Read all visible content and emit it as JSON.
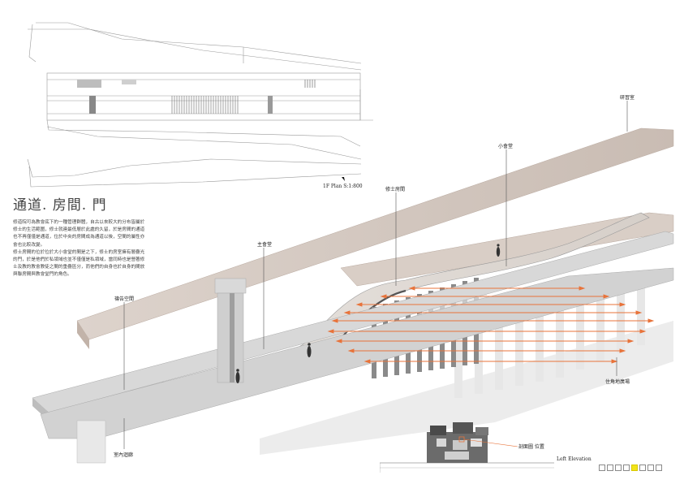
{
  "plan": {
    "caption": "1F Plan S:1:800"
  },
  "section": {
    "title": "通道. 房間. 門",
    "paragraphs": [
      "修道院可為教會底下的一種管理群體，自古以來較大的分布皆屬於修士的生活範圍，修士就連最低層於此處的久留，於是房間的通道也不再僅僅是通道，位於中央的房間成為通道以後，空間的屬性亦會也比較改變。",
      "修士房間的位於位於大小會堂的間是之下，修士的房室擁有層疊光的門，於是他們於私領域也並不僅僅是私領域，當同時也是營著修士及教的教會教徒之間的重疊區分，而他們的自身也於自身的間放與聯房間與教會堂門的角色。"
    ]
  },
  "labels": {
    "research": "研習室",
    "small_hall": "小會堂",
    "monk_room": "修士房間",
    "main_hall": "主會堂",
    "prayer": "禱告空間",
    "corridor": "室內迴廊",
    "plaza": "住角地廣場"
  },
  "elevation": {
    "caption": "Left Elevation",
    "marker": "剖面圖 位置"
  },
  "pager": {
    "count": 8,
    "active": 5
  },
  "colors": {
    "accent": "#e8733a",
    "highlight": "#f2e41a",
    "structure": "#8e8e8e"
  }
}
